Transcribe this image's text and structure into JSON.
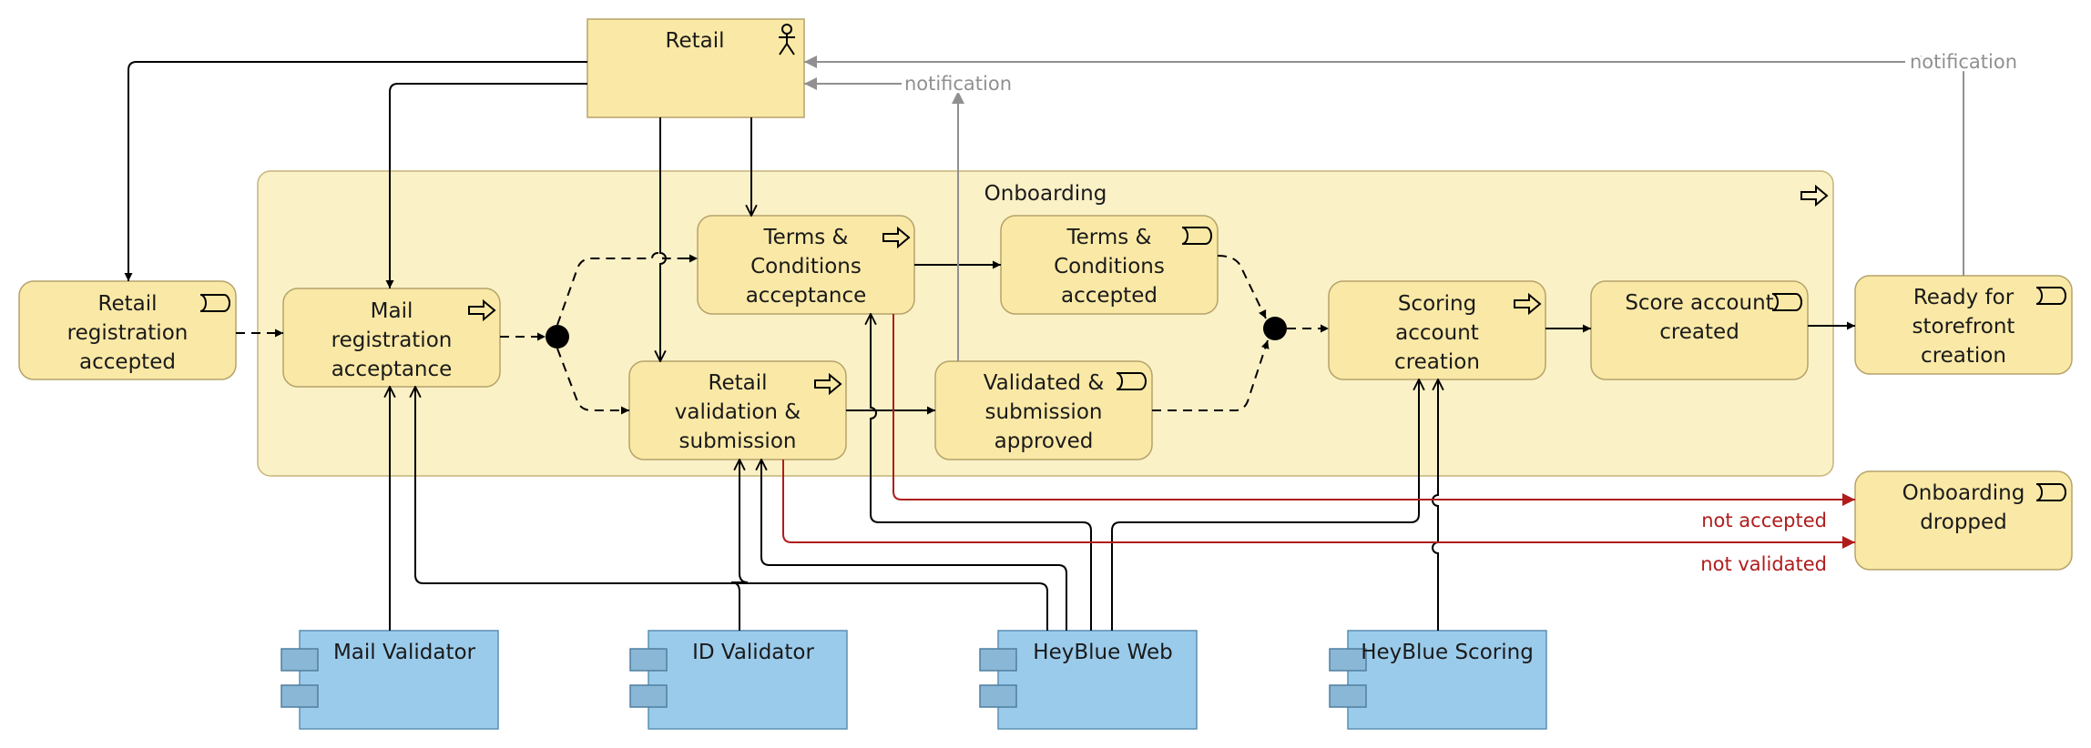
{
  "diagram": {
    "actor": {
      "label": "Retail",
      "icon": "actor-icon"
    },
    "group": {
      "label": "Onboarding",
      "icon": "process-arrow-icon"
    },
    "nodes": {
      "retail_registration_accepted": [
        "Retail",
        "registration",
        "accepted"
      ],
      "mail_registration_acceptance": [
        "Mail",
        "registration",
        "acceptance"
      ],
      "terms_acceptance": [
        "Terms &",
        "Conditions",
        "acceptance"
      ],
      "terms_accepted": [
        "Terms &",
        "Conditions",
        "accepted"
      ],
      "retail_validation_submission": [
        "Retail",
        "validation &",
        "submission"
      ],
      "validated_submission_approved": [
        "Validated &",
        "submission",
        "approved"
      ],
      "scoring_account_creation": [
        "Scoring",
        "account",
        "creation"
      ],
      "score_account_created": [
        "Score account",
        "created"
      ],
      "ready_for_storefront_creation": [
        "Ready for",
        "storefront",
        "creation"
      ],
      "onboarding_dropped": [
        "Onboarding",
        "dropped"
      ]
    },
    "components": {
      "mail_validator": "Mail Validator",
      "id_validator": "ID Validator",
      "heyblue_web": "HeyBlue Web",
      "heyblue_scoring": "HeyBlue Scoring"
    },
    "edge_labels": {
      "notification_1": "notification",
      "notification_2": "notification",
      "not_accepted": "not accepted",
      "not_validated": "not validated"
    },
    "colors": {
      "business_fill": "#fae9a6",
      "group_fill": "#fbf1c7",
      "component_fill": "#9bcbeb",
      "trigger_line": "#000000",
      "notification_line": "#909090",
      "rejection_line": "#b01c1c"
    }
  }
}
